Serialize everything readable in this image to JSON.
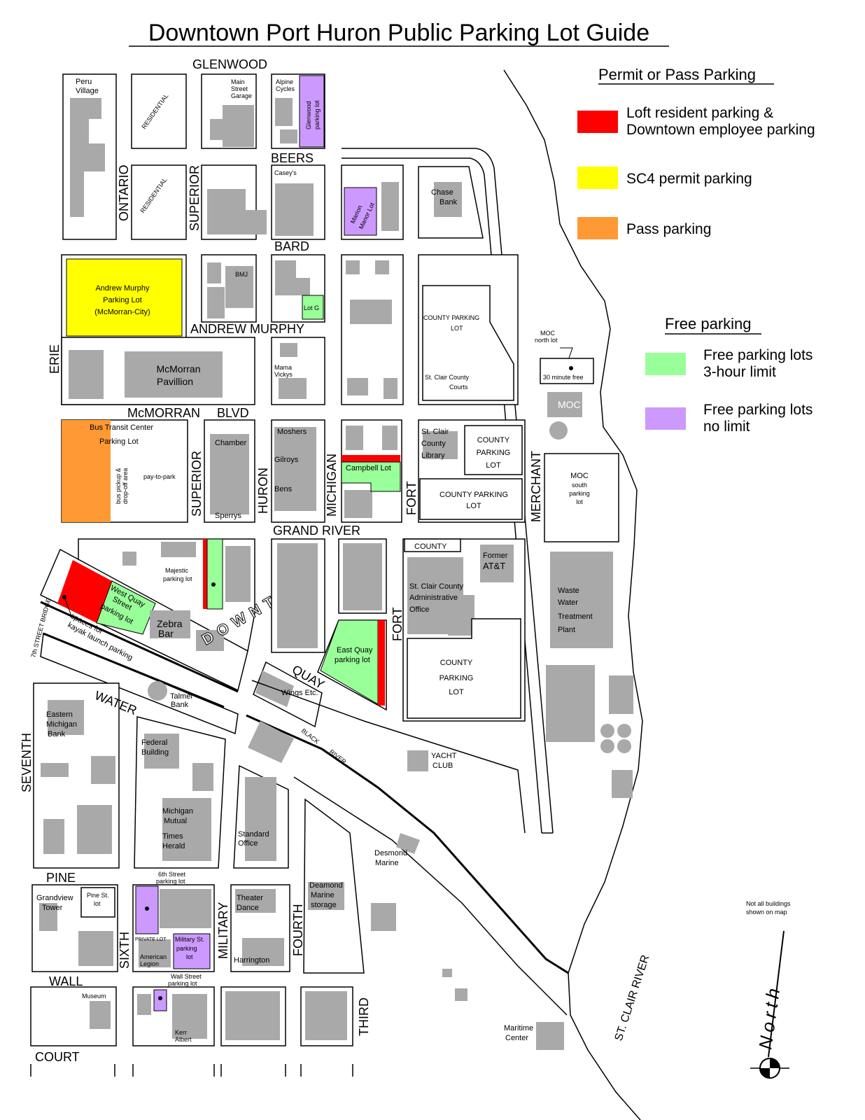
{
  "title": "Downtown Port Huron Public Parking Lot Guide",
  "colors": {
    "loft": "#ff0000",
    "sc4": "#ffff00",
    "pass": "#ff9933",
    "free_3hr": "#99ff99",
    "free_nolimit": "#cc99ff",
    "building": "#a9a9a9"
  },
  "legend": {
    "permit_title": "Permit or Pass Parking",
    "permit_items": [
      {
        "color": "#ff0000",
        "line1": "Loft resident parking &",
        "line2": "Downtown employee parking"
      },
      {
        "color": "#ffff00",
        "line1": "SC4 permit parking",
        "line2": ""
      },
      {
        "color": "#ff9933",
        "line1": "Pass parking",
        "line2": ""
      }
    ],
    "free_title": "Free parking",
    "free_items": [
      {
        "color": "#99ff99",
        "line1": "Free parking lots",
        "line2": "3-hour limit"
      },
      {
        "color": "#cc99ff",
        "line1": "Free parking lots",
        "line2": "no limit"
      }
    ]
  },
  "streets": {
    "glenwood": "GLENWOOD",
    "beers": "BEERS",
    "bard": "BARD",
    "andrew_murphy": "ANDREW  MURPHY",
    "mcmorran": "McMORRAN",
    "blvd": "BLVD",
    "grand_river": "GRAND RIVER",
    "ontario": "ONTARIO",
    "superior": "SUPERIOR",
    "superior2": "SUPERIOR",
    "erie": "ERIE",
    "huron": "HURON",
    "michigan": "MICHIGAN",
    "fort": "FORT",
    "fort2": "FORT",
    "merchant": "MERCHANT",
    "quay": "QUAY",
    "water": "WATER",
    "seventh": "SEVENTH",
    "pine": "PINE",
    "sixth": "SIXTH",
    "military": "MILITARY",
    "fourth": "FOURTH",
    "third": "THIRD",
    "wall": "WALL",
    "court": "COURT",
    "seventh_bridge": "7th STREET BRIDGE",
    "black": "BLACK",
    "river": "RIVER",
    "st_clair_river": "ST. CLAIR RIVER",
    "downtown": "DOWNTOWN"
  },
  "places": {
    "peru_village_1": "Peru",
    "peru_village_2": "Village",
    "residential": "RESIDENTIAL",
    "residential2": "RESIDENTIAL",
    "main_st_1": "Main",
    "main_st_2": "Street",
    "main_st_3": "Garage",
    "alpine_1": "Alpine",
    "alpine_2": "Cycles",
    "glenwood_lot_1": "Glenwood",
    "glenwood_lot_2": "parking lot",
    "caseys": "Casey's",
    "marion_1": "Marion",
    "marion_2": "Manor Lot",
    "chase_1": "Chase",
    "chase_2": "Bank",
    "andrew_lot_1": "Andrew Murphy",
    "andrew_lot_2": "Parking Lot",
    "andrew_lot_3": "(McMorran-City)",
    "bmj": "BMJ",
    "lot_g": "Lot G",
    "county_lot_1a": "COUNTY PARKING",
    "county_lot_1b": "LOT",
    "moc_north_1": "MOC",
    "moc_north_2": "north lot",
    "thirty_min": "30 minute free",
    "moc": "MOC",
    "mcmorran_pav_1": "McMorran",
    "mcmorran_pav_2": "Pavillion",
    "mama_1": "Mama",
    "mama_2": "Vickys",
    "courts_1": "St. Clair County",
    "courts_2": "Courts",
    "bus_1": "Bus Transit Center",
    "bus_2": "Parking Lot",
    "bus_pickup_1": "bus pickup &",
    "bus_pickup_2": "drop-off area",
    "pay_to_park": "pay-to-park",
    "chamber": "Chamber",
    "sperrys": "Sperrys",
    "moshers": "Moshers",
    "gilroys": "Gilroys",
    "bens": "Bens",
    "campbell": "Campbell Lot",
    "library_1": "St. Clair",
    "library_2": "County",
    "library_3": "Library",
    "county_lot_2a": "COUNTY",
    "county_lot_2b": "PARKING",
    "county_lot_2c": "LOT",
    "county_lot_3a": "COUNTY PARKING",
    "county_lot_3b": "LOT",
    "moc_south_1": "MOC",
    "moc_south_2": "south",
    "moc_south_3": "parking",
    "moc_south_4": "lot",
    "majestic_1": "Majestic",
    "majestic_2": "parking lot",
    "west_quay_1": "West Quay",
    "west_quay_2": "Street",
    "west_quay_3": "parking lot",
    "kayak_1": "spaces for",
    "kayak_2": "kayak launch parking",
    "zebra_1": "Zebra",
    "zebra_2": "Bar",
    "county_label": "COUNTY",
    "att_1": "Former",
    "att_2": "AT&T",
    "admin_1": "St. Clair County",
    "admin_2": "Administrative",
    "admin_3": "Office",
    "waste_1": "Waste",
    "waste_2": "Water",
    "waste_3": "Treatment",
    "waste_4": "Plant",
    "east_quay_1": "East Quay",
    "east_quay_2": "parking lot",
    "county_lot_4a": "COUNTY",
    "county_lot_4b": "PARKING",
    "county_lot_4c": "LOT",
    "wings": "Wings Etc.",
    "talmer_1": "Talmer",
    "talmer_2": "Bank",
    "eastern_1": "Eastern",
    "eastern_2": "Michigan",
    "eastern_3": "Bank",
    "federal_1": "Federal",
    "federal_2": "Building",
    "yacht_1": "YACHT",
    "yacht_2": "CLUB",
    "mich_mutual_1": "Michigan",
    "mich_mutual_2": "Mutual",
    "times_1": "Times",
    "times_2": "Herald",
    "standard_1": "Standard",
    "standard_2": "Office",
    "desmond_1": "Desmond",
    "desmond_2": "Marine",
    "grandview_1": "Grandview",
    "grandview_2": "Tower",
    "pine_lot_1": "Pine St.",
    "pine_lot_2": "lot",
    "sixth_lot_1": "6th Street",
    "sixth_lot_2": "parking lot",
    "private_lot": "PRIVATE LOT",
    "military_lot_1": "Military St.",
    "military_lot_2": "parking",
    "military_lot_3": "lot",
    "legion_1": "American",
    "legion_2": "Legion",
    "theater_1": "Theater",
    "theater_2": "Dance",
    "harrington": "Harrington",
    "deamond_1": "Deamond",
    "deamond_2": "Marine",
    "deamond_3": "storage",
    "wall_lot_1": "Wall Street",
    "wall_lot_2": "parking lot",
    "museum": "Museum",
    "kerr_1": "Kerr",
    "kerr_2": "Albert",
    "maritime_1": "Maritime",
    "maritime_2": "Center",
    "note_1": "Not  all  buildings",
    "note_2": "shown  on  map",
    "north": "North"
  }
}
